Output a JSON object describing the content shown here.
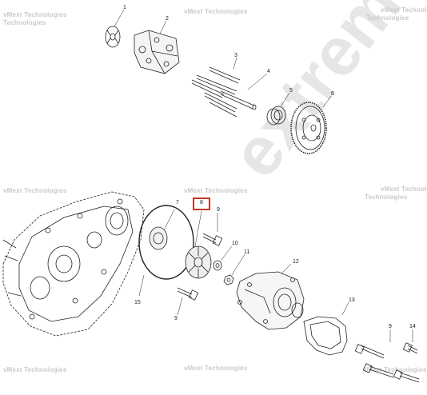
{
  "watermark": {
    "small_line1": "vMext Technologies",
    "small_line2": "Technologies",
    "large": "extremeti"
  },
  "callouts": {
    "c1": "1",
    "c2": "2",
    "c3": "3",
    "c4": "4",
    "c5": "5",
    "c6": "6",
    "c7": "7",
    "c8": "8",
    "c9a": "9",
    "c9b": "9",
    "c9c": "9",
    "c10": "10",
    "c11": "11",
    "c12": "12",
    "c13": "13",
    "c14": "14",
    "c15": "15"
  },
  "highlight": {
    "color": "#c0392b",
    "label": "8"
  }
}
